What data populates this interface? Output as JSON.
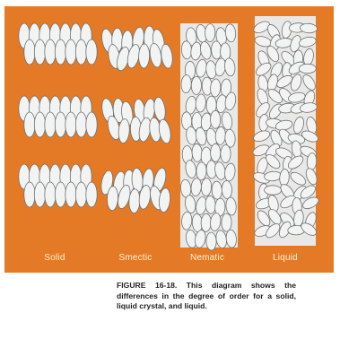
{
  "labels": {
    "solid": "Solid",
    "smectic": "Smectic",
    "nematic": "Nematic",
    "liquid": "Liquid"
  },
  "caption": "FIGURE 16-18. This diagram shows the differences in the degree of order for a solid, liquid crystal, and liquid.",
  "colors": {
    "background": "#e57a26",
    "molecule_fill": "#f2f4f4",
    "molecule_stroke": "#70706e",
    "label_text": "#fff3de"
  }
}
